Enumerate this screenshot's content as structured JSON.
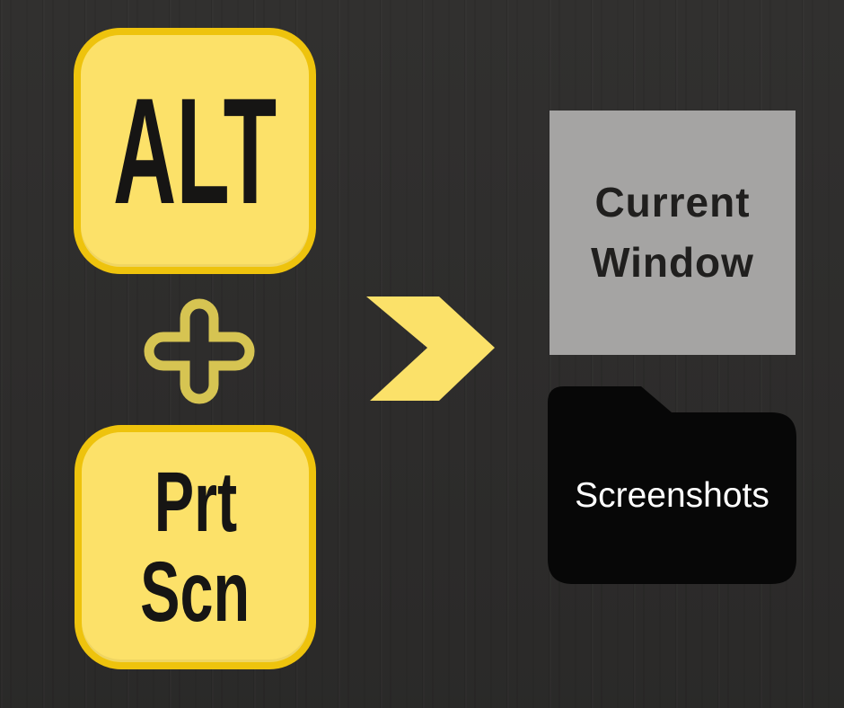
{
  "background": {
    "color": "#2d2c2b",
    "texture": "dark-chalkboard-streaks"
  },
  "shortcut": {
    "keys": {
      "alt": {
        "label": "ALT"
      },
      "prtscn": {
        "line1": "Prt",
        "line2": "Scn"
      },
      "fill": "#fce169",
      "border": "#eec30d",
      "text_color": "#161514"
    },
    "operators": {
      "plus_icon": {
        "color": "#d6c452"
      },
      "arrow_icon": {
        "color": "#fbe169"
      }
    }
  },
  "result": {
    "current_window": {
      "line1": "Current",
      "line2": "Window",
      "fill": "#a5a4a3",
      "text_color": "#201f1e"
    },
    "screenshots_folder": {
      "label": "Screenshots",
      "fill": "#070707",
      "text_color": "#ffffff"
    }
  }
}
